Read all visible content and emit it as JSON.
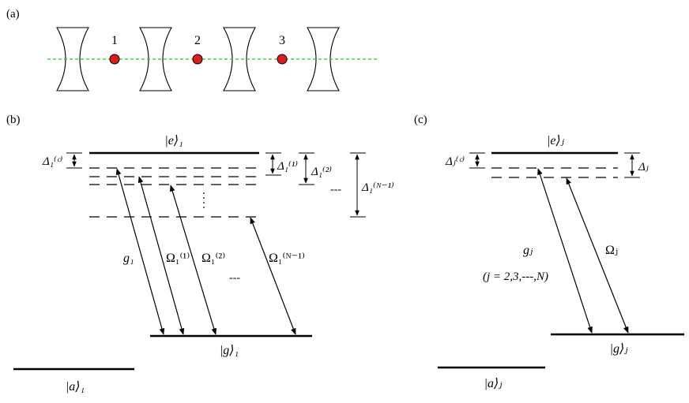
{
  "panels": {
    "a": {
      "label": "(a)",
      "atoms": [
        "1",
        "2",
        "3"
      ],
      "colors": {
        "atom": "#e31a1c",
        "axis": "#22cc22"
      }
    },
    "b": {
      "label": "(b)",
      "levels": {
        "e": "|e⟩₁",
        "g": "|g⟩₁",
        "a": "|a⟩₁"
      },
      "detunings": [
        "Δ₁⁽ᶜ⁾",
        "Δ₁⁽¹⁾",
        "Δ₁⁽²⁾",
        "Δ₁⁽ᴺ⁻¹⁾"
      ],
      "couplings": [
        "g₁",
        "Ω₁⁽¹⁾",
        "Ω₁⁽²⁾",
        "Ω₁⁽ᴺ⁻¹⁾"
      ],
      "ellipsis": "---"
    },
    "c": {
      "label": "(c)",
      "levels": {
        "e": "|e⟩ⱼ",
        "g": "|g⟩ⱼ",
        "a": "|a⟩ⱼ"
      },
      "detunings": [
        "Δⱼ⁽ᶜ⁾",
        "Δⱼ"
      ],
      "couplings": [
        "gⱼ",
        "Ωⱼ"
      ],
      "range": "(j = 2,3,---,N)"
    }
  }
}
